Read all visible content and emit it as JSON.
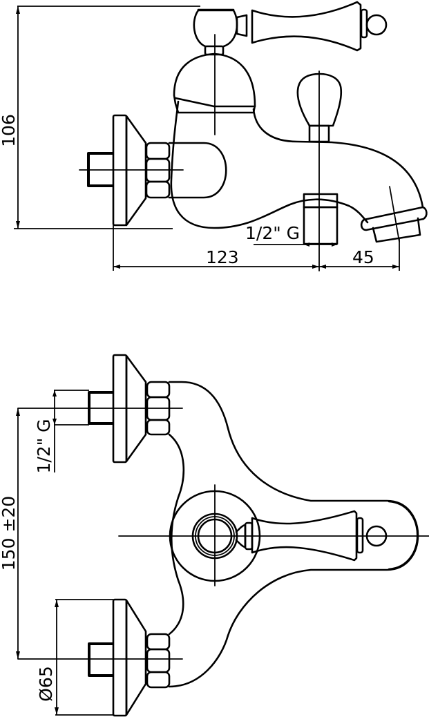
{
  "drawing": {
    "type": "technical-drawing",
    "subject": "wall-mounted bath mixer with hand shower diverter",
    "stroke_color": "#000000",
    "background": "#ffffff",
    "side_view": {
      "dimensions": {
        "height": "106",
        "depth_to_diverter": "123",
        "spout_reach": "45",
        "outlet_thread": "1/2\" G"
      }
    },
    "top_view": {
      "dimensions": {
        "centre_distance": "150 ±20",
        "inlet_thread": "1/2\" G",
        "flange_diameter": "Ø65"
      }
    }
  }
}
